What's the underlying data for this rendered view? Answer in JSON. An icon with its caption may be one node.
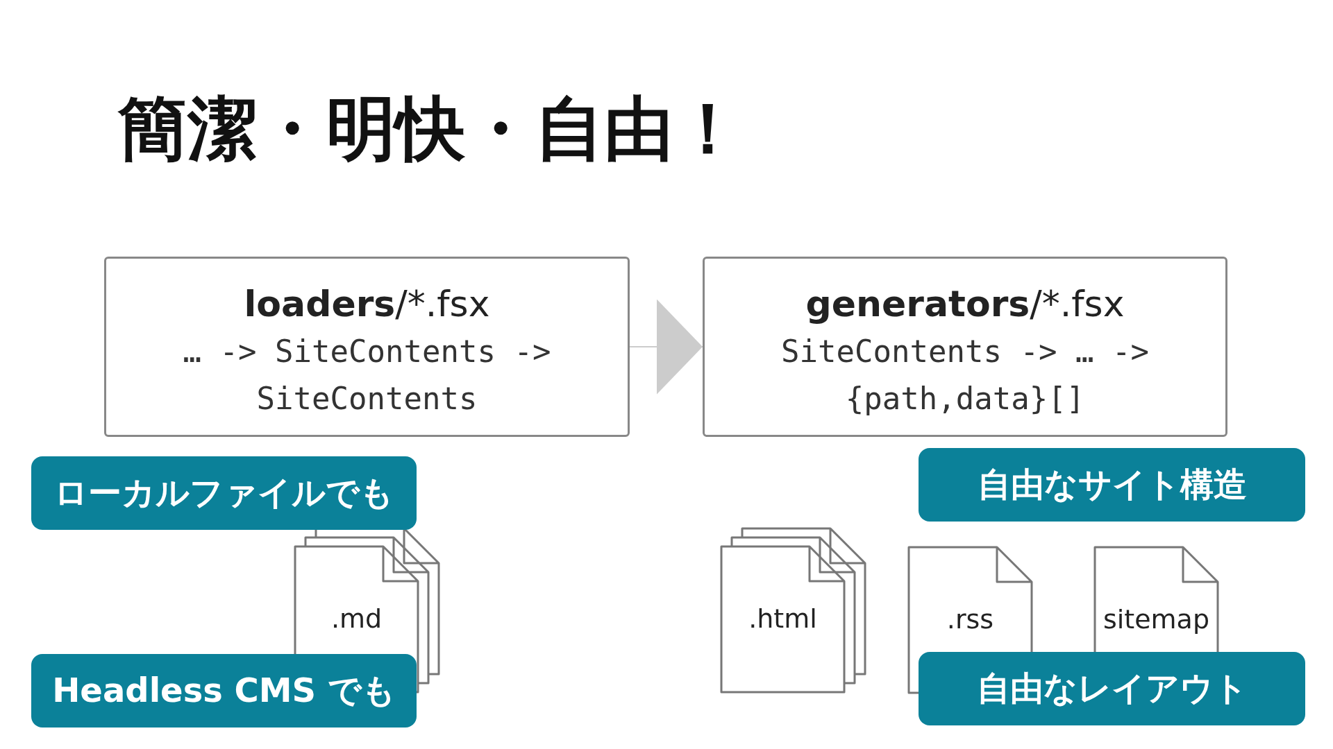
{
  "diagram": {
    "title": "簡潔・明快・自由！",
    "nodes": [
      {
        "text": [
          "**loaders**/*.fsx",
          "… -> SiteContents -> SiteContents"
        ]
      },
      {
        "text": [
          "**generators**/*.fsx",
          "SiteContents -> … -> {path,data}[]"
        ]
      },
      {
        "text": [
          "ローカルファイルでも"
        ]
      },
      {
        "text": [
          "自由なサイト構造"
        ]
      },
      {
        "text": [
          ".md"
        ]
      },
      {
        "text": [
          ".html"
        ]
      },
      {
        "text": [
          ".rss"
        ]
      },
      {
        "text": [
          "sitemap"
        ]
      },
      {
        "text": [
          "Headless CMS でも"
        ]
      },
      {
        "text": [
          "自由なレイアウト"
        ]
      }
    ],
    "edges": [
      {
        "from": 0,
        "to": 1,
        "arrow": "to"
      }
    ]
  }
}
